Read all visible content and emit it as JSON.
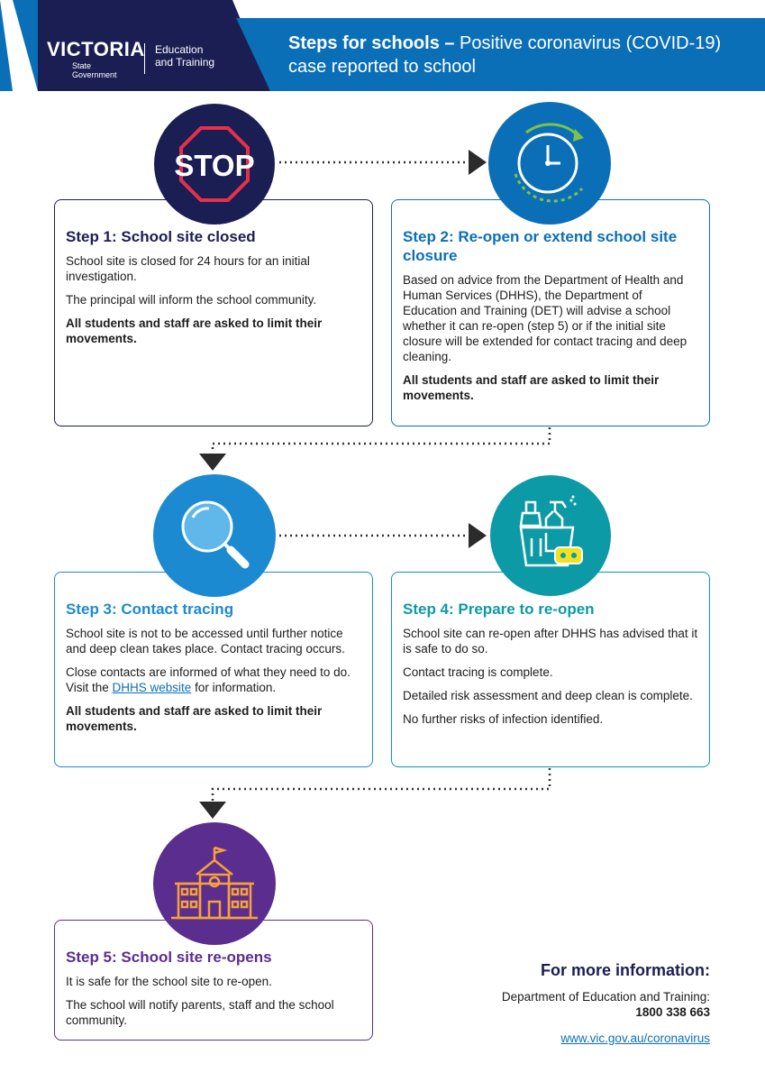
{
  "header": {
    "logo_word": "VICTORIA",
    "logo_sub_1": "State",
    "logo_sub_2": "Government",
    "dept_line_1": "Education",
    "dept_line_2": "and Training",
    "title_bold": "Steps for schools –",
    "title_rest": " Positive coronavirus (COVID-19) case reported to school",
    "colors": {
      "navy": "#1b1e53",
      "blue": "#0b6fb8"
    }
  },
  "steps": [
    {
      "title": "Step 1: School site closed",
      "color": "#1b1e53",
      "icon": "stop-sign-icon",
      "paragraphs": [
        "School site is closed for 24 hours for an initial investigation.",
        "The principal will inform the school community."
      ],
      "bold": "All students and staff are asked to limit their movements."
    },
    {
      "title": "Step 2: Re-open or extend school site closure",
      "color": "#0b6fb8",
      "icon": "clock-icon",
      "paragraphs": [
        "Based on advice from the Department of Health and Human Services (DHHS), the Department of Education and Training (DET) will advise a school whether it can re-open (step 5) or if the initial site closure will be extended for contact tracing and deep cleaning."
      ],
      "bold": "All students and staff are asked to limit their movements."
    },
    {
      "title": "Step 3: Contact tracing",
      "color": "#1c8ad0",
      "icon": "magnifying-glass-icon",
      "paragraphs": [
        "School site is not to be accessed until further notice and deep clean takes place. Contact tracing occurs."
      ],
      "contacts_before": "Close contacts are informed of what they need to do. Visit the ",
      "contacts_link": "DHHS website",
      "contacts_after": " for information.",
      "bold": "All students and staff are asked to limit their movements."
    },
    {
      "title": "Step 4: Prepare to re-open",
      "color": "#0c9aa6",
      "icon": "cleaning-supplies-icon",
      "paragraphs": [
        "School site can re-open after DHHS has advised that it is safe to do so.",
        "Contact tracing is complete.",
        "Detailed risk assessment and deep clean is complete.",
        "No further risks of infection identified."
      ]
    },
    {
      "title": "Step 5: School site re-opens",
      "color": "#5b2d8e",
      "icon": "school-building-icon",
      "paragraphs": [
        "It is safe for the school site to re-open.",
        "The school will notify parents, staff and the school community."
      ]
    }
  ],
  "stop_text": "STOP",
  "more_info": {
    "heading": "For more information:",
    "dept": "Department of Education and Training:",
    "phone": "1800 338 663",
    "url": "www.vic.gov.au/coronavirus"
  }
}
